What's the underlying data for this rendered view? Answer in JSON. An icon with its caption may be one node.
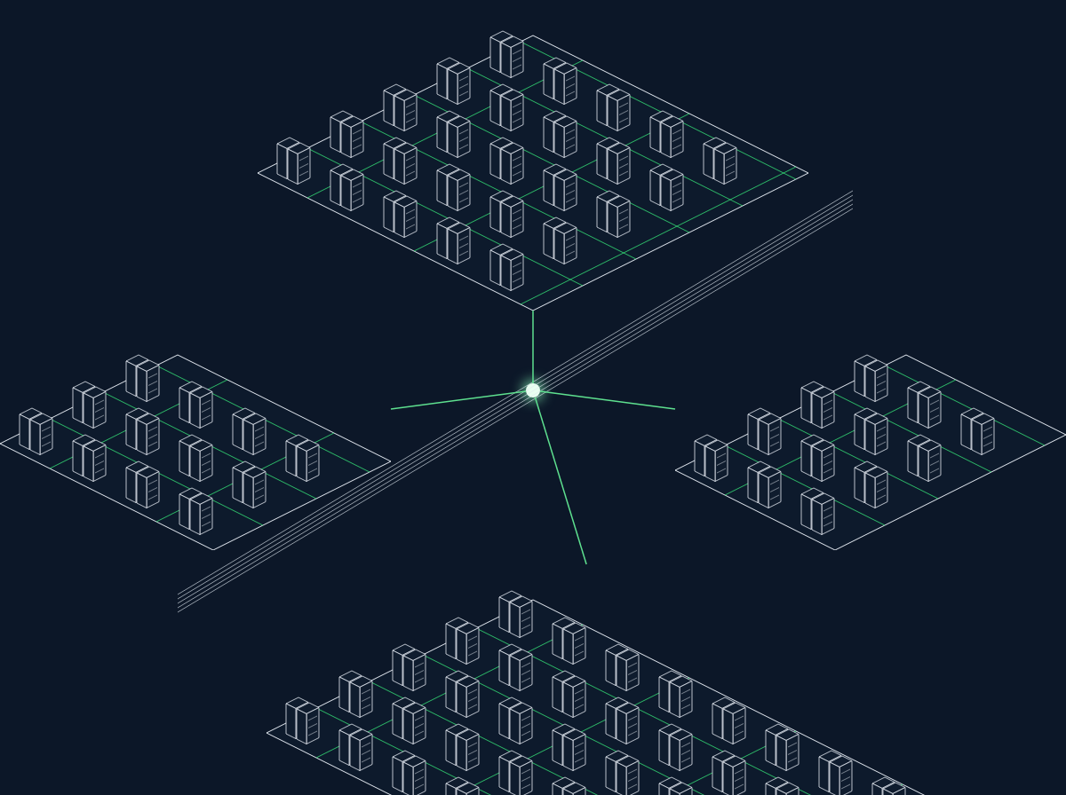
{
  "diagram": {
    "nodes": [
      {
        "text": [],
        "shape": "picture"
      },
      {
        "text": [],
        "shape": "picture"
      },
      {
        "text": [],
        "shape": "picture"
      },
      {
        "text": [],
        "shape": "picture"
      },
      {
        "text": [],
        "shape": "circle"
      }
    ],
    "edges": [
      {
        "from": 0,
        "to": 4,
        "arrow": "none"
      },
      {
        "from": 1,
        "to": 4,
        "arrow": "none"
      },
      {
        "from": 2,
        "to": 4,
        "arrow": "none"
      },
      {
        "from": 3,
        "to": 4,
        "arrow": "none"
      }
    ]
  }
}
